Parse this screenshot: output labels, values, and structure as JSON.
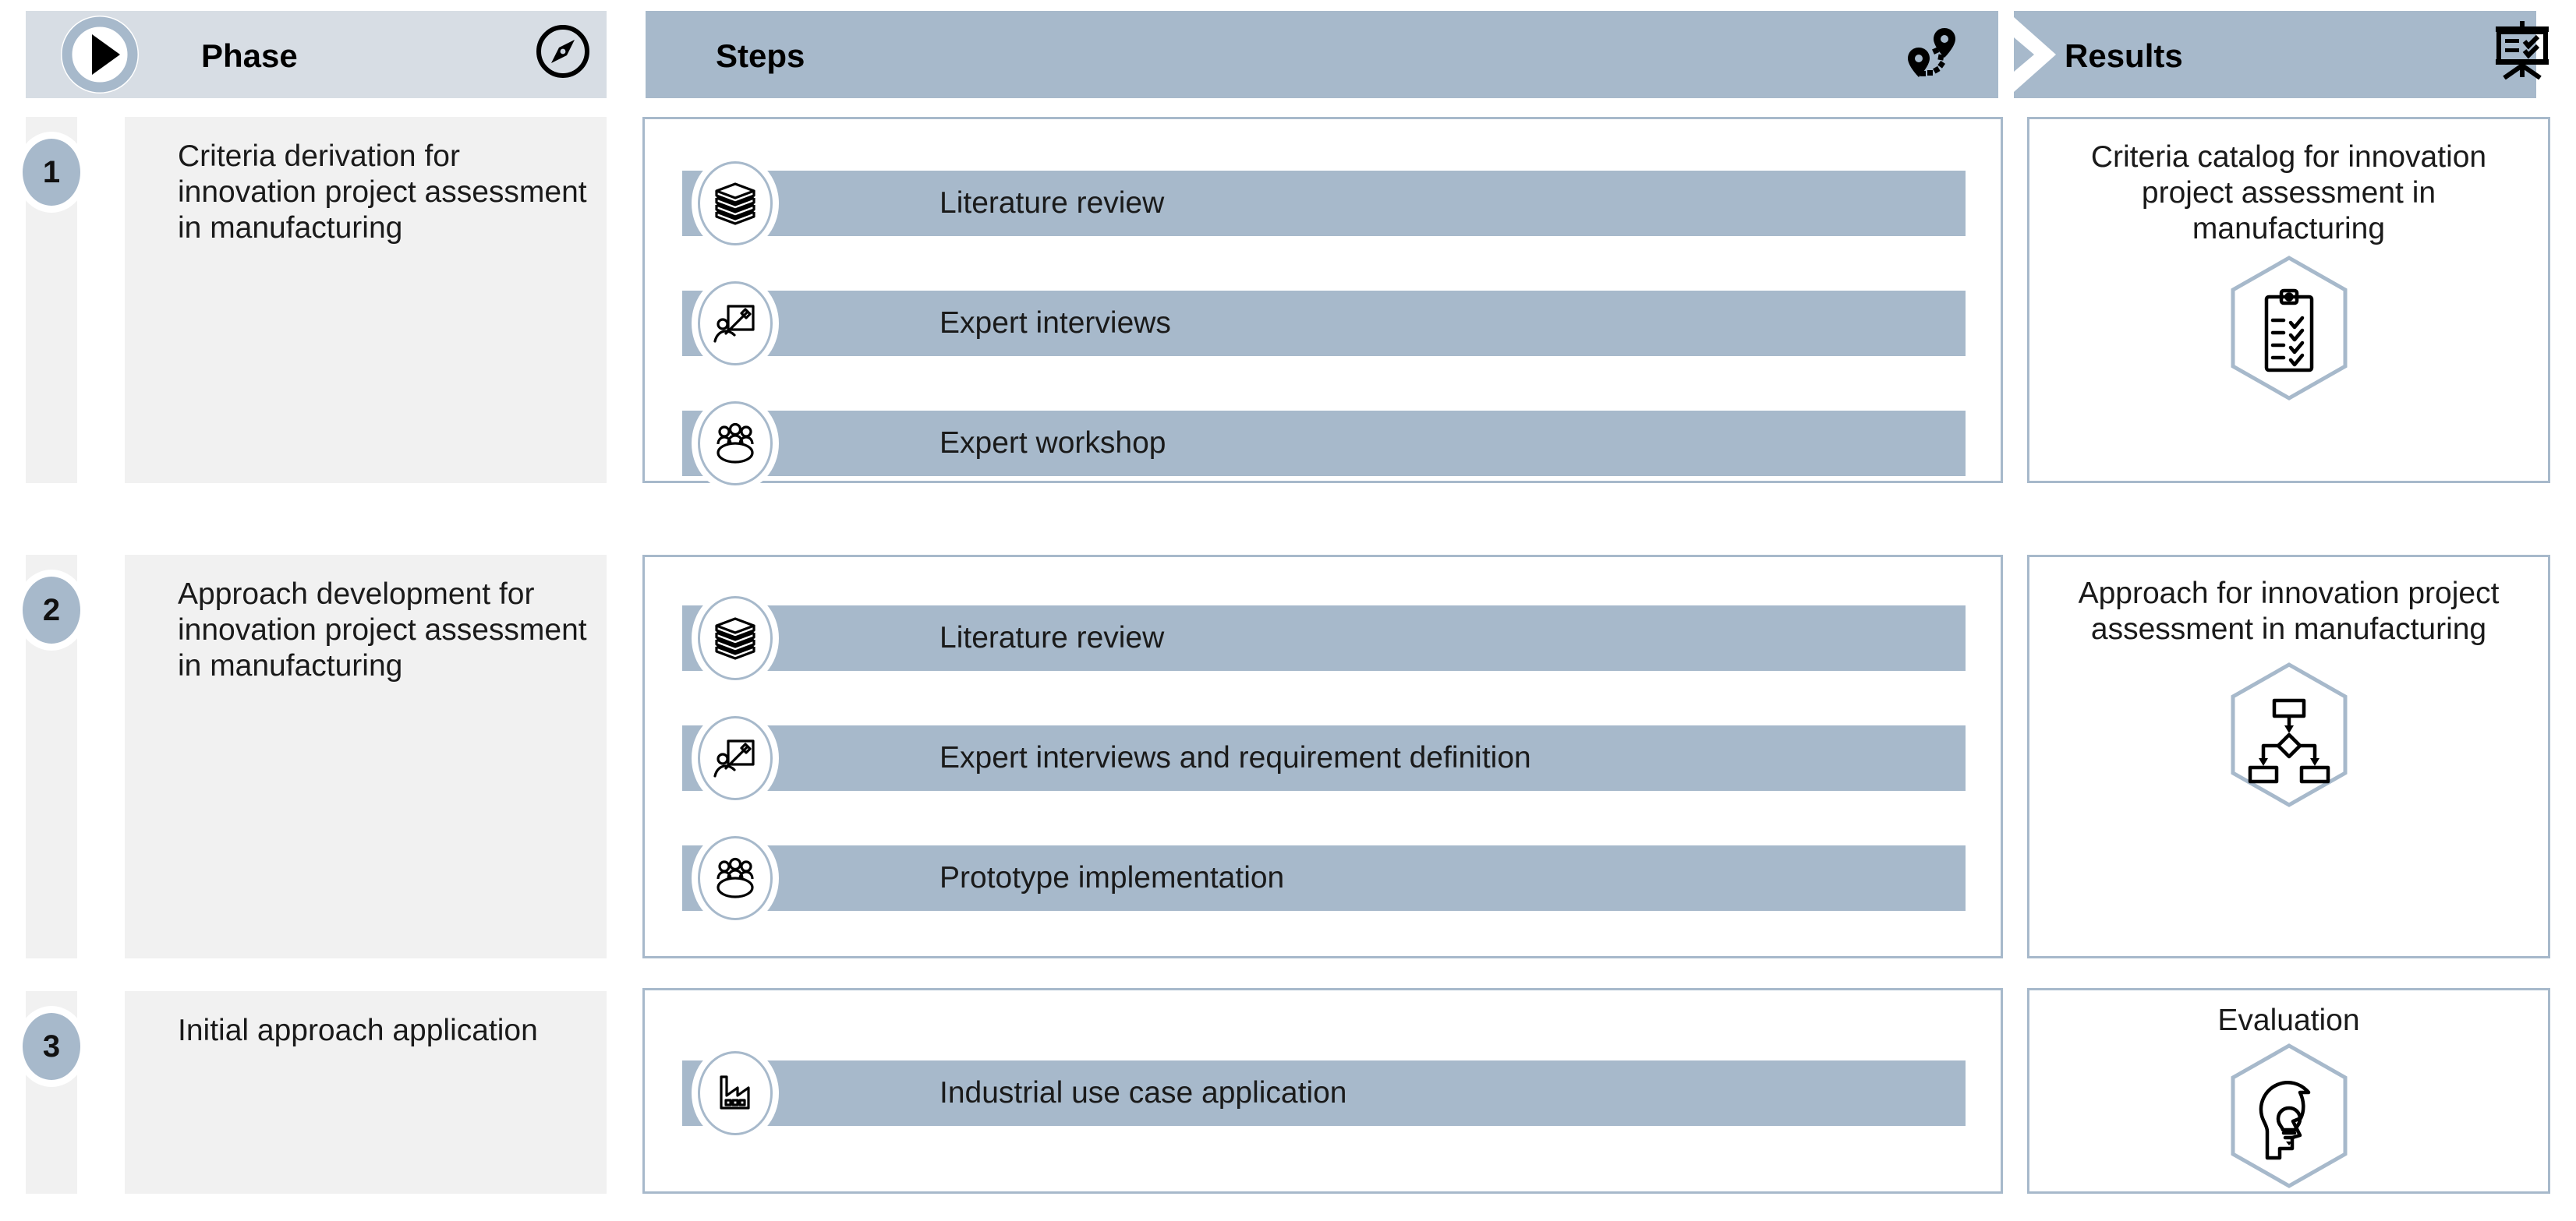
{
  "header": {
    "phase_label": "Phase",
    "steps_label": "Steps",
    "results_label": "Results",
    "icons": {
      "phase_leading": "play-circle-icon",
      "phase_trailing": "compass-icon",
      "steps_trailing": "route-pins-icon",
      "results_trailing": "presentation-checklist-icon",
      "separator": "chevron-right-icon"
    },
    "colors": {
      "phase_header_bg": "#d7dde4",
      "steps_header_bg": "#a7b9cb",
      "accent": "#a7b9cb",
      "panel_bg": "#f1f1f1"
    }
  },
  "phases": [
    {
      "number": "1",
      "title": "Criteria derivation for innovation project assessment in manufacturing",
      "steps": [
        {
          "label": "Literature review",
          "icon": "books-stack-icon"
        },
        {
          "label": "Expert interviews",
          "icon": "presenter-whiteboard-icon"
        },
        {
          "label": "Expert workshop",
          "icon": "group-meeting-icon"
        }
      ],
      "result": {
        "text": "Criteria catalog for innovation project assessment in manufacturing",
        "icon": "clipboard-checklist-icon"
      }
    },
    {
      "number": "2",
      "title": "Approach development for innovation project assessment in manufacturing",
      "steps": [
        {
          "label": "Literature review",
          "icon": "books-stack-icon"
        },
        {
          "label": "Expert interviews and requirement definition",
          "icon": "presenter-whiteboard-icon"
        },
        {
          "label": "Prototype implementation",
          "icon": "group-meeting-icon"
        }
      ],
      "result": {
        "text": "Approach for innovation project assessment in manufacturing",
        "icon": "flowchart-icon"
      }
    },
    {
      "number": "3",
      "title": "Initial approach application",
      "steps": [
        {
          "label": "Industrial use case application",
          "icon": "factory-icon"
        }
      ],
      "result": {
        "text": "Evaluation",
        "icon": "head-lightbulb-icon"
      }
    }
  ]
}
